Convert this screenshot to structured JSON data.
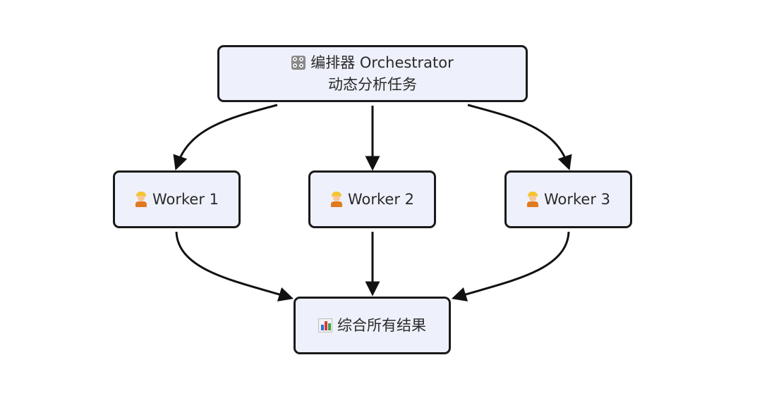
{
  "nodes": {
    "orchestrator": {
      "icon": "control-knobs-icon",
      "title": "编排器 Orchestrator",
      "subtitle": "动态分析任务"
    },
    "workers": [
      {
        "icon": "construction-worker-icon",
        "label": "Worker 1"
      },
      {
        "icon": "construction-worker-icon",
        "label": "Worker 2"
      },
      {
        "icon": "construction-worker-icon",
        "label": "Worker 3"
      }
    ],
    "aggregate": {
      "icon": "bar-chart-icon",
      "label": "综合所有结果"
    }
  },
  "edges": [
    {
      "from": "orchestrator",
      "to": "worker-1"
    },
    {
      "from": "orchestrator",
      "to": "worker-2"
    },
    {
      "from": "orchestrator",
      "to": "worker-3"
    },
    {
      "from": "worker-1",
      "to": "aggregate"
    },
    {
      "from": "worker-2",
      "to": "aggregate"
    },
    {
      "from": "worker-3",
      "to": "aggregate"
    }
  ],
  "colors": {
    "node_fill": "#eef1fb",
    "stroke": "#1a1a1a",
    "text": "#2a2a2a"
  }
}
